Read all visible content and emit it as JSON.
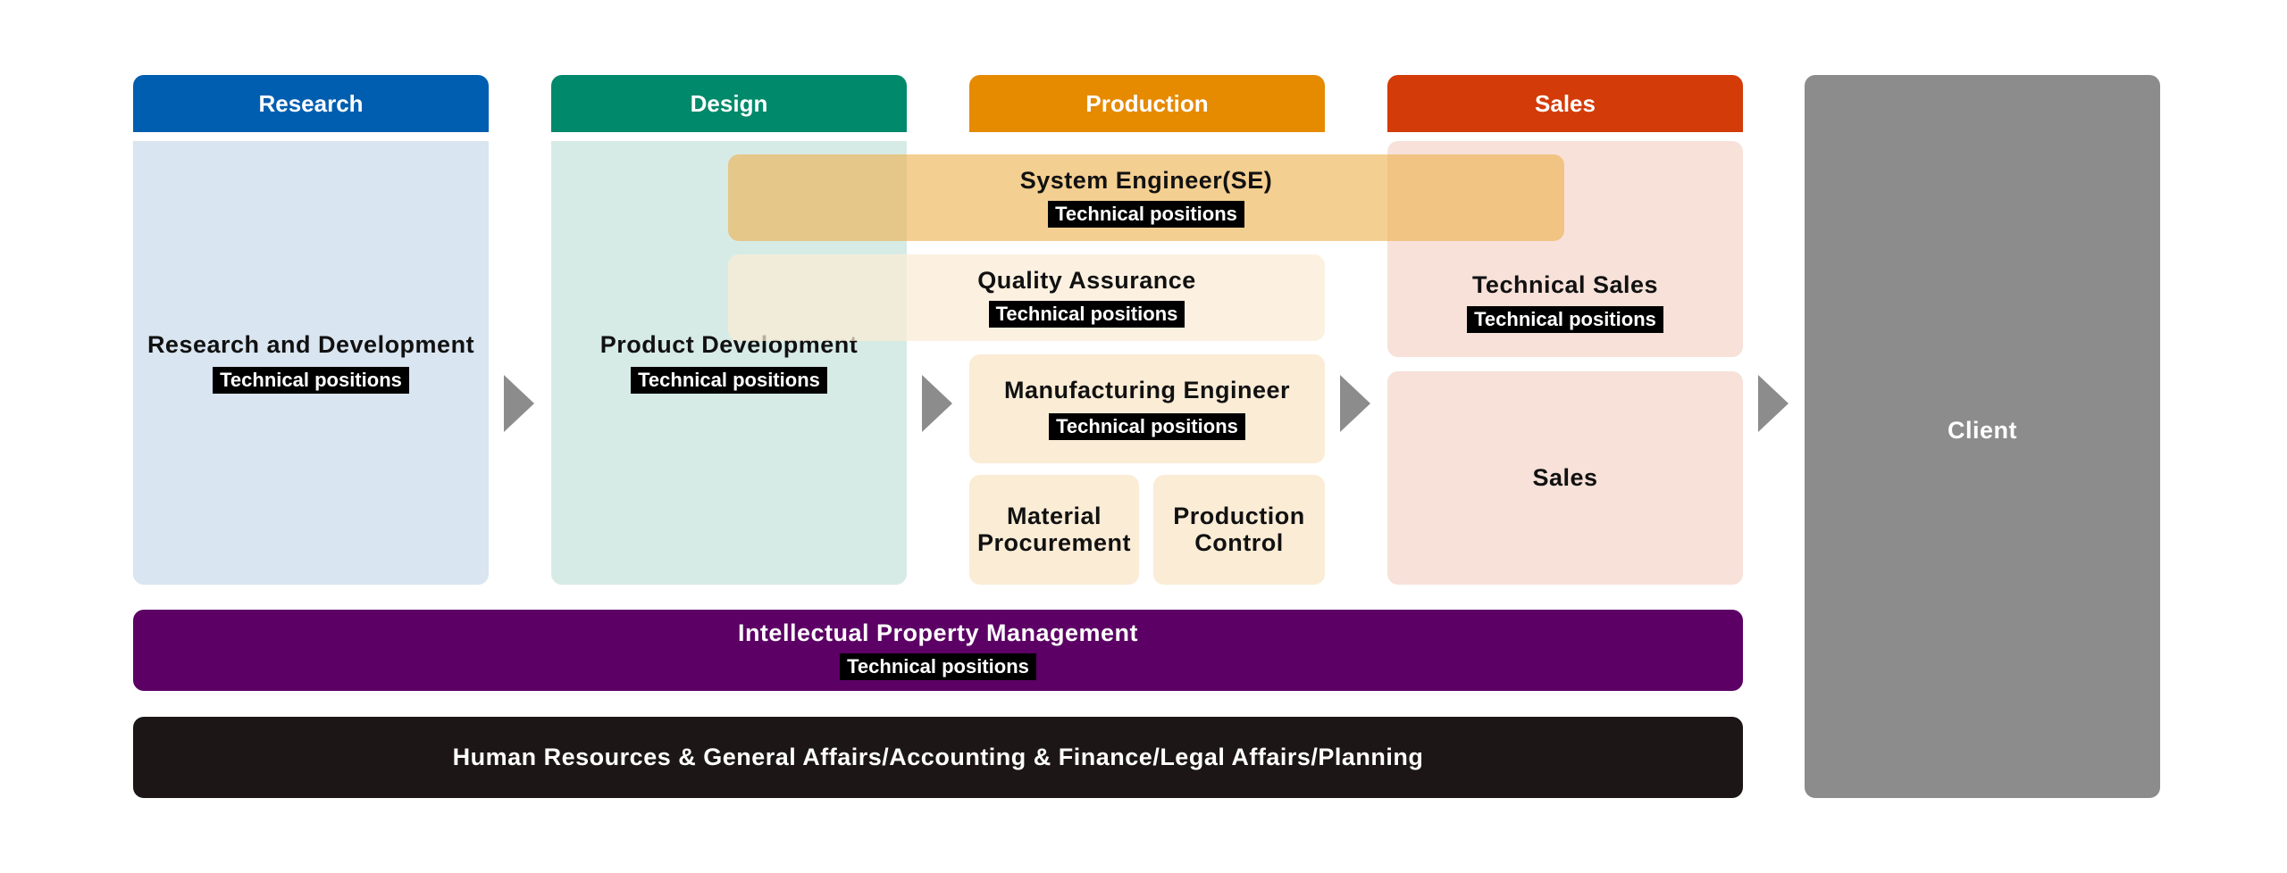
{
  "columns": [
    {
      "label": "Research",
      "color": "#005eb0"
    },
    {
      "label": "Design",
      "color": "#00896a"
    },
    {
      "label": "Production",
      "color": "#e68a00"
    },
    {
      "label": "Sales",
      "color": "#d33b08"
    }
  ],
  "column_backgrounds": [
    "#d9e5f0",
    "#d7ebe6",
    "#fbecd6",
    "#f7e1d9"
  ],
  "boxes": {
    "research_dev": {
      "title": "Research and Development",
      "tag": "Technical positions"
    },
    "product_dev": {
      "title": "Product Development",
      "tag": "Technical positions"
    },
    "system_engineer": {
      "title": "System Engineer(SE)",
      "tag": "Technical positions",
      "color": "#f2c880"
    },
    "quality_assurance": {
      "title": "Quality Assurance",
      "tag": "Technical positions"
    },
    "manufacturing_engineer": {
      "title": "Manufacturing Engineer",
      "tag": "Technical positions"
    },
    "material_procurement": {
      "title": "Material Procurement"
    },
    "production_control": {
      "title": "Production Control"
    },
    "technical_sales": {
      "title": "Technical Sales",
      "tag": "Technical positions"
    },
    "sales": {
      "title": "Sales"
    },
    "ip_management": {
      "title": "Intellectual Property Management",
      "tag": "Technical positions",
      "color": "#5c0065"
    },
    "corporate": {
      "title": "Human Resources & General Affairs/Accounting & Finance/Legal Affairs/Planning",
      "color": "#1c1616"
    },
    "client": {
      "title": "Client",
      "color": "#8c8c8c"
    }
  },
  "arrow_color": "#8c8c8c",
  "tag_color": "#000000"
}
